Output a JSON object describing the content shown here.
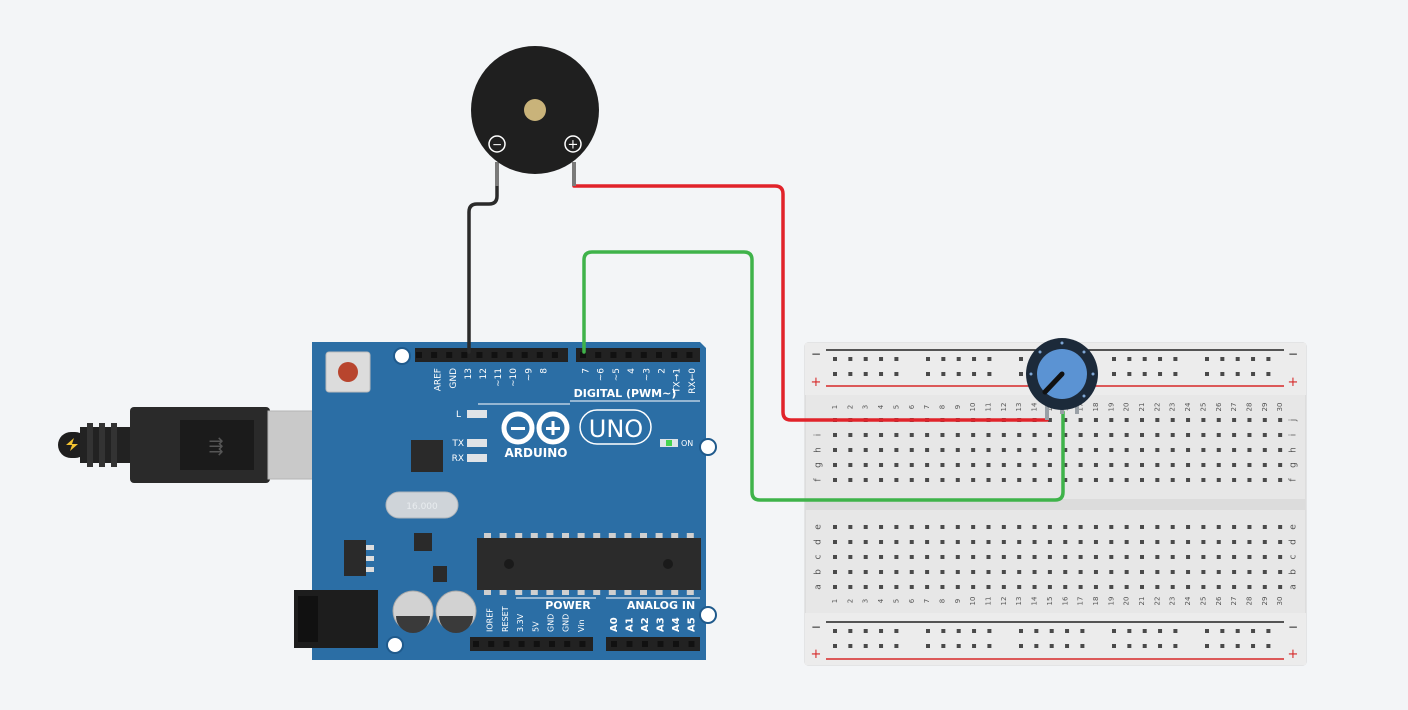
{
  "arduino": {
    "brand": "ARDUINO",
    "model": "UNO",
    "on_label": "ON",
    "l_label": "L",
    "tx_label": "TX",
    "rx_label": "RX",
    "digital_label": "DIGITAL (PWM~)",
    "power_label": "POWER",
    "analog_label": "ANALOG IN",
    "crystal_label": "16.000",
    "digital_pins": [
      "AREF",
      "GND",
      "13",
      "12",
      "~11",
      "~10",
      "~9",
      "8",
      "7",
      "~6",
      "~5",
      "4",
      "~3",
      "2",
      "TX→1",
      "RX←0"
    ],
    "power_pins": [
      "IOREF",
      "RESET",
      "3.3V",
      "5V",
      "GND",
      "GND",
      "Vin"
    ],
    "analog_pins": [
      "A0",
      "A1",
      "A2",
      "A3",
      "A4",
      "A5"
    ]
  },
  "buzzer": {
    "minus_symbol": "−",
    "plus_symbol": "+"
  },
  "breadboard": {
    "minus_symbol": "−",
    "plus_symbol": "+",
    "rows_top": [
      "j",
      "i",
      "h",
      "g",
      "f"
    ],
    "rows_bottom": [
      "e",
      "d",
      "c",
      "b",
      "a"
    ],
    "column_count": 30
  },
  "colors": {
    "background": "#f3f5f7",
    "arduino_board": "#2b6ea5",
    "wire_red": "#e1232a",
    "wire_green": "#3fb34a",
    "wire_black": "#2a2a2a",
    "pot_knob": "#5b93d3"
  }
}
